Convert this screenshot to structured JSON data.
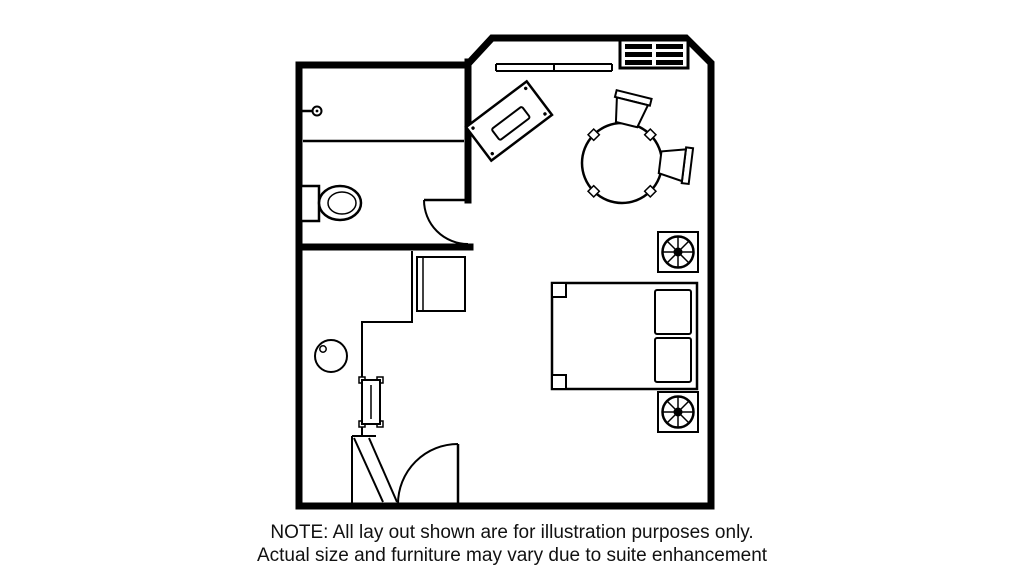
{
  "colors": {
    "background": "#ffffff",
    "line": "#000000",
    "text": "#111111"
  },
  "note": {
    "line1": "NOTE: All lay out shown are for illustration purposes only.",
    "line2": "Actual size and furniture may vary due to suite enhancement"
  },
  "floorplan": {
    "elements": [
      "outer-walls",
      "bathroom-divider-wall",
      "bathroom-lower-wall",
      "towel-hook",
      "bathroom-vanity-line",
      "toilet",
      "bathroom-door",
      "kitchen-counter",
      "wall-cabinet",
      "round-sink",
      "ironing-board",
      "closet-bifold-door",
      "entry-door",
      "window-sill",
      "ac-grille",
      "luggage-desk",
      "dining-table",
      "dining-chair-top",
      "dining-chair-right",
      "fan-coil-unit-upper",
      "fan-coil-unit-lower",
      "bed",
      "pillow-top",
      "pillow-bottom",
      "bed-post-top",
      "bed-post-bottom"
    ]
  }
}
